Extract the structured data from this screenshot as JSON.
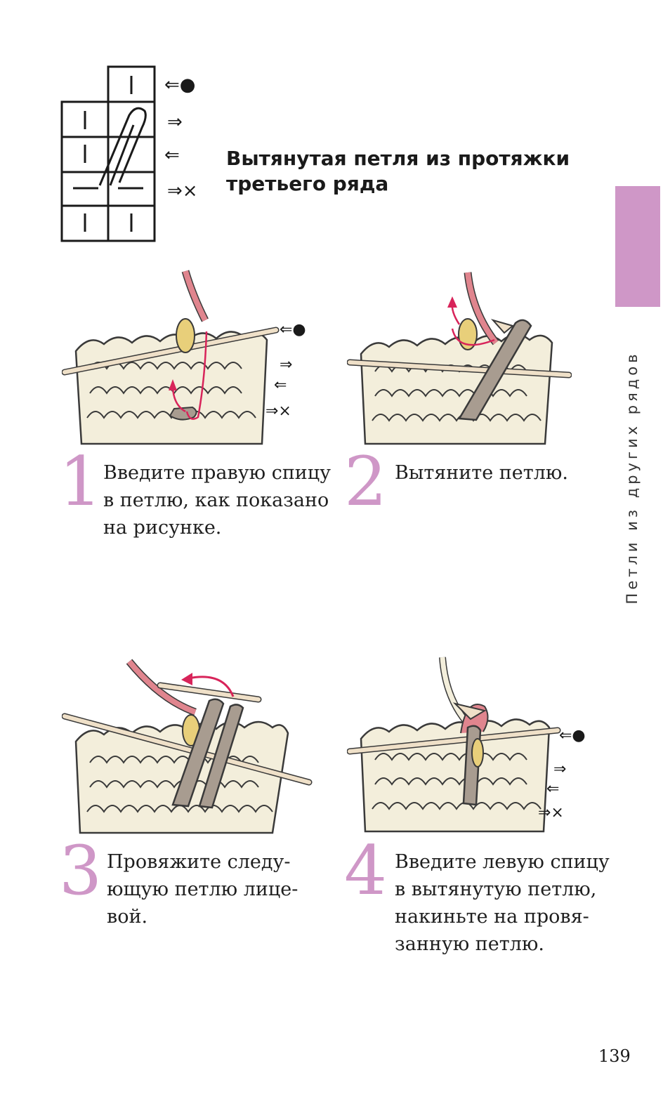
{
  "header": {
    "title_line1": "Вытянутая петля из протяжки",
    "title_line2": "третьего ряда"
  },
  "side_tab": {
    "label": "Петли из других рядов"
  },
  "chart_legend": {
    "row1": "⇐●",
    "row2": "⇒",
    "row3": "⇐",
    "row4": "⇒×"
  },
  "steps": [
    {
      "number": "1",
      "text": "Введите правую спицу\nв петлю, как показано\nна рисунке."
    },
    {
      "number": "2",
      "text": "Вытяните петлю."
    },
    {
      "number": "3",
      "text": "Провяжите следу-\nющую петлю лице-\nвой."
    },
    {
      "number": "4",
      "text": "Введите левую спицу\nв вытянутую петлю,\nнакиньте на провя-\nзанную петлю."
    }
  ],
  "illustration_arrows": {
    "step1": [
      "⇐●",
      "⇒",
      "⇐",
      "⇒×"
    ],
    "step4": [
      "⇐●",
      "⇒",
      "⇐",
      "⇒×"
    ]
  },
  "colors": {
    "accent_pink": "#cf97c7",
    "yarn_cream": "#f3eedb",
    "yarn_outline": "#3a3a3a",
    "pink_yarn": "#e0858e",
    "arrow_red": "#d8245a",
    "needle": "#efe0c8",
    "yellow_loop": "#e8cf7a",
    "gray_loop": "#a89c90"
  },
  "page": {
    "number": "139"
  }
}
